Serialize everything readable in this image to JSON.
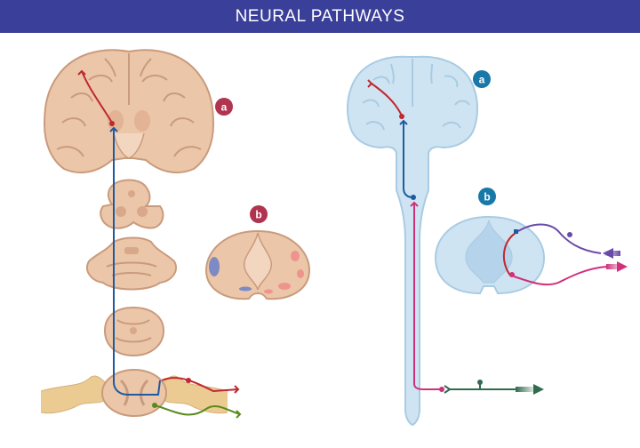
{
  "title": "NEURAL PATHWAYS",
  "labels": {
    "left_a": "a",
    "left_b": "b",
    "right_a": "a",
    "right_b": "b"
  },
  "colors": {
    "banner": "#3a3f99",
    "left_badge": "#b0334f",
    "right_badge": "#1878a8",
    "tissue_tan": "#ecc6a8",
    "tissue_blue": "#cfe4f2",
    "red_pathway": "#c0282e",
    "blue_pathway": "#1f5aa0",
    "magenta_pathway": "#d0307a",
    "purple_pathway": "#6a4aa8",
    "green_pathway": "#2f6b4e",
    "olive_pathway": "#5a8a1e"
  }
}
